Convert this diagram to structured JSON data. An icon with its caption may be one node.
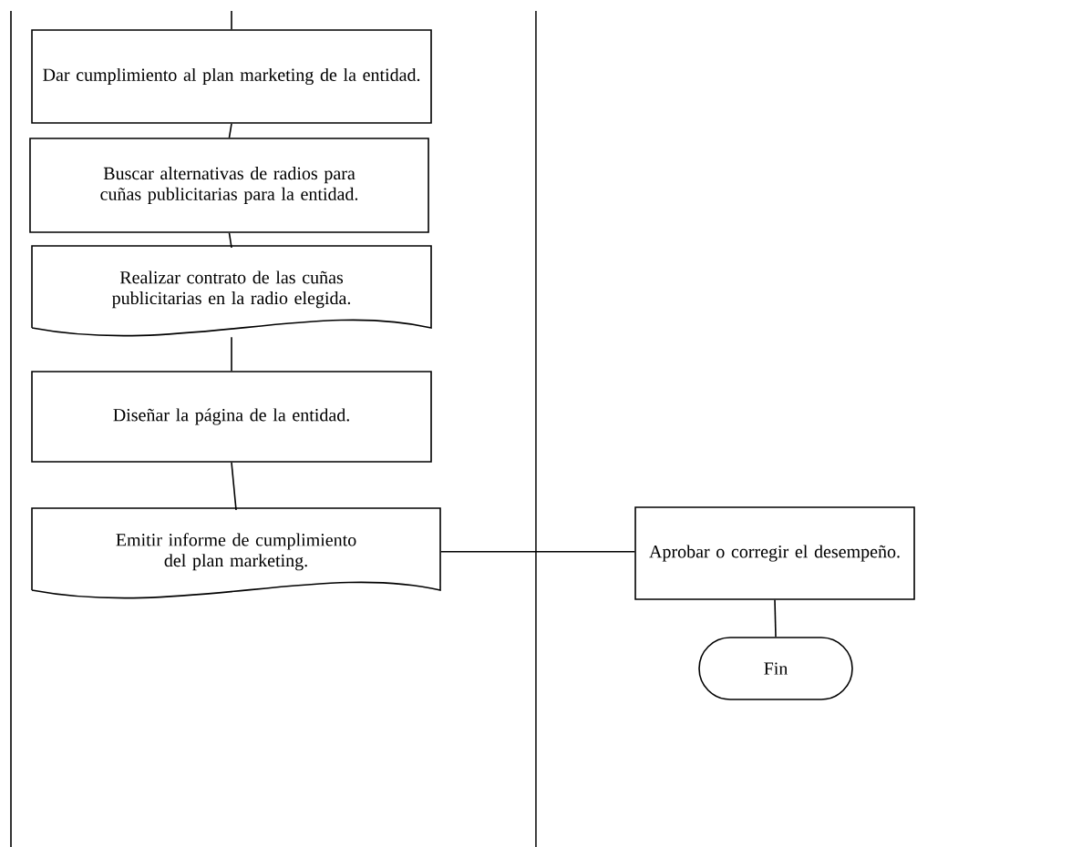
{
  "diagram": {
    "nodes": [
      {
        "text": [
          "Dar cumplimiento al plan marketing de la entidad."
        ]
      },
      {
        "text": [
          "Buscar alternativas de radios para cuñas publicitarias para la entidad."
        ]
      },
      {
        "text": [
          "Realizar contrato de las cuñas publicitarias en la radio elegida."
        ]
      },
      {
        "text": [
          "Diseñar la página de la entidad."
        ]
      },
      {
        "text": [
          "Emitir informe de cumplimiento del plan marketing."
        ]
      },
      {
        "text": [
          "Aprobar o corregir el desempeño."
        ]
      },
      {
        "text": [
          "Fin"
        ]
      }
    ],
    "edges": [
      {
        "from": null,
        "to": 0,
        "arrow": "none"
      },
      {
        "from": 0,
        "to": 1,
        "arrow": "none"
      },
      {
        "from": 1,
        "to": 2,
        "arrow": "none"
      },
      {
        "from": 2,
        "to": 3,
        "arrow": "none"
      },
      {
        "from": 3,
        "to": 4,
        "arrow": "none"
      },
      {
        "from": 4,
        "to": 5,
        "arrow": "none"
      },
      {
        "from": 5,
        "to": 6,
        "arrow": "none"
      }
    ]
  }
}
